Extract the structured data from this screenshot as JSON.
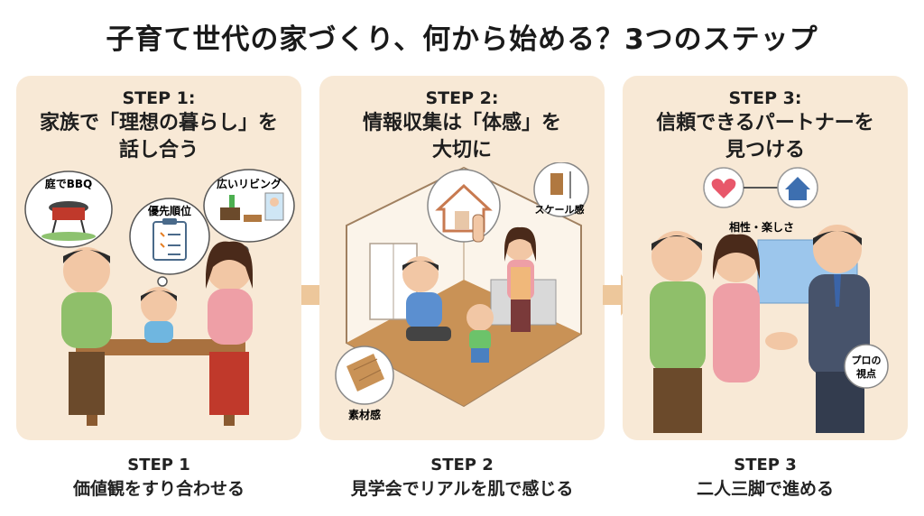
{
  "title": "子育て世代の家づくり、何から始める？3つのステップ",
  "cards": [
    {
      "step": "STEP 1:",
      "heading_line1": "家族で「理想の暮らし」を",
      "heading_line2": "話し合う",
      "bubbles": [
        "庭でBBQ",
        "優先順位",
        "広いリビング"
      ],
      "footer_step": "STEP 1",
      "footer_text": "価値観をすり合わせる"
    },
    {
      "step": "STEP 2:",
      "heading_line1": "情報収集は「体感」を",
      "heading_line2": "大切に",
      "bubbles": [
        "スケール感",
        "素材感"
      ],
      "footer_step": "STEP 2",
      "footer_text": "見学会でリアルを肌で感じる"
    },
    {
      "step": "STEP 3:",
      "heading_line1": "信頼できるパートナーを",
      "heading_line2": "見つける",
      "bubbles": [
        "相性・楽しさ",
        "プロの",
        "視点"
      ],
      "footer_step": "STEP 3",
      "footer_text": "二人三脚で進める"
    }
  ],
  "colors": {
    "card_bg": "#f8e9d6",
    "arrow": "#edc79b",
    "green_shirt": "#8fbf6a",
    "pink_shirt": "#ee9fa6",
    "suit": "#47536b",
    "floor": "#c99256"
  }
}
